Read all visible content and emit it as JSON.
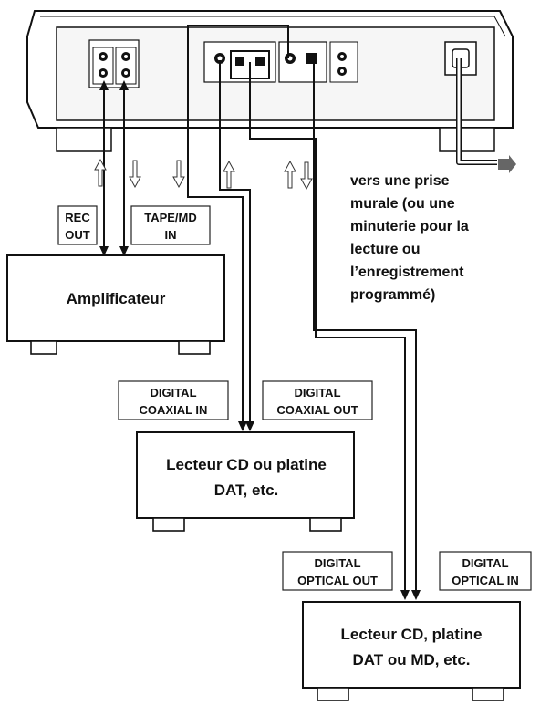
{
  "note": {
    "lines": [
      "vers une prise",
      "murale (ou une",
      "minuterie pour la",
      "lecture ou",
      "l’enregistrement",
      "programmé)"
    ]
  },
  "amplifier": {
    "name": "Amplificateur",
    "rec_out": [
      "REC",
      "OUT"
    ],
    "tape_md_in": [
      "TAPE/MD",
      "IN"
    ]
  },
  "cd_dat": {
    "name_lines": [
      "Lecteur CD ou platine",
      "DAT, etc."
    ],
    "digital_coaxial_in": [
      "DIGITAL",
      "COAXIAL IN"
    ],
    "digital_coaxial_out": [
      "DIGITAL",
      "COAXIAL OUT"
    ]
  },
  "cd_dat_md": {
    "name_lines": [
      "Lecteur CD, platine",
      "DAT ou MD, etc."
    ],
    "digital_optical_out": [
      "DIGITAL",
      "OPTICAL OUT"
    ],
    "digital_optical_in": [
      "DIGITAL",
      "OPTICAL IN"
    ]
  },
  "colors": {
    "line": "#111111",
    "panel": "#f6f6f6",
    "arrow_gray": "#666666"
  }
}
